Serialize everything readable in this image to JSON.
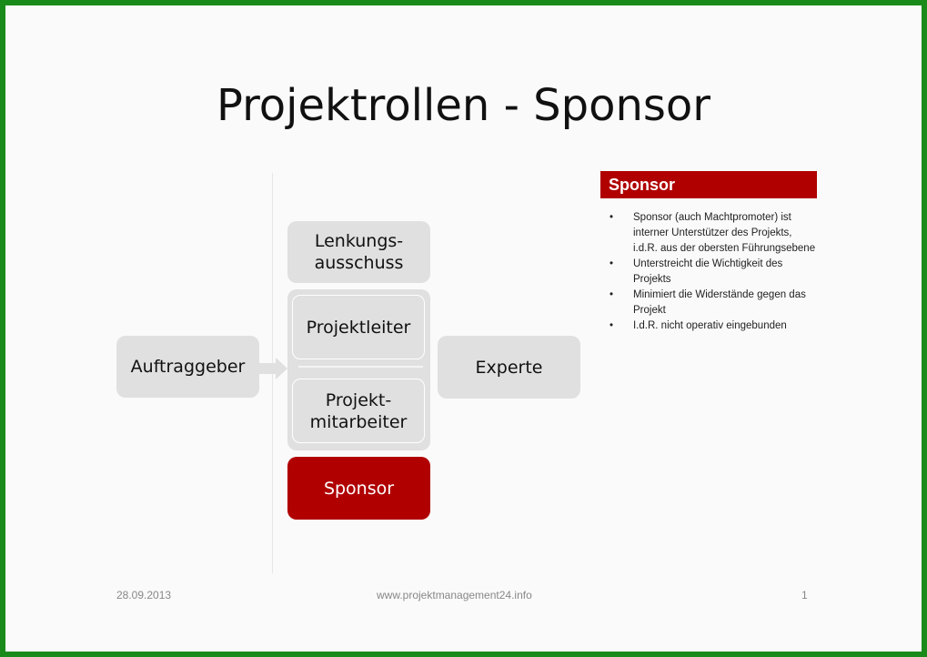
{
  "slide": {
    "title": "Projektrollen - Sponsor"
  },
  "diagram": {
    "lenkungsausschuss_line1": "Lenkungs-",
    "lenkungsausschuss_line2": "ausschuss",
    "projektleiter": "Projektleiter",
    "projektmitarbeiter_line1": "Projekt-",
    "projektmitarbeiter_line2": "mitarbeiter",
    "sponsor": "Sponsor",
    "auftraggeber": "Auftraggeber",
    "experte": "Experte"
  },
  "sidebar": {
    "header": "Sponsor",
    "bullet_char": "•",
    "bullets": [
      "Sponsor  (auch Machtpromoter) ist interner Unterstützer des Projekts, i.d.R. aus der obersten Führungsebene",
      "Unterstreicht die Wichtigkeit des Projekts",
      "Minimiert die Widerstände gegen das Projekt",
      "I.d.R. nicht operativ eingebunden"
    ]
  },
  "footer": {
    "date": "28.09.2013",
    "url": "www.projektmanagement24.info",
    "page": "1"
  },
  "colors": {
    "frame": "#1a8a1a",
    "accent": "#b00000",
    "box": "#e0e0e0"
  }
}
